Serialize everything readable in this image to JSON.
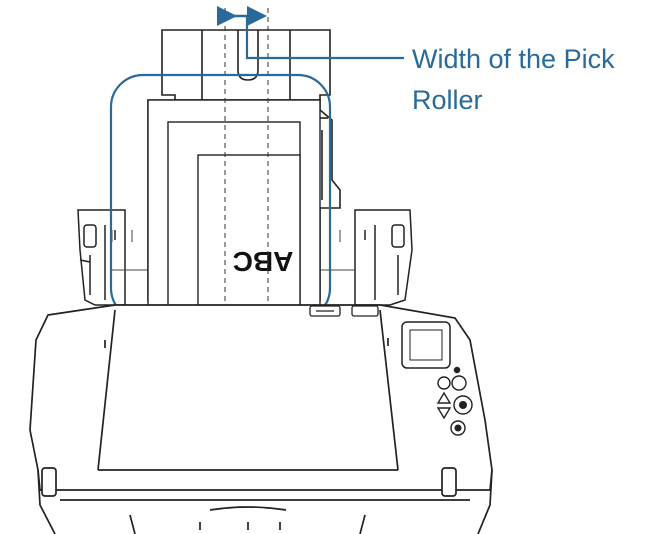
{
  "callout": {
    "line1": "Width of the Pick",
    "line2": "Roller"
  },
  "document": {
    "text": "ABC"
  },
  "colors": {
    "accent": "#2a6a9a",
    "outline": "#222222"
  }
}
